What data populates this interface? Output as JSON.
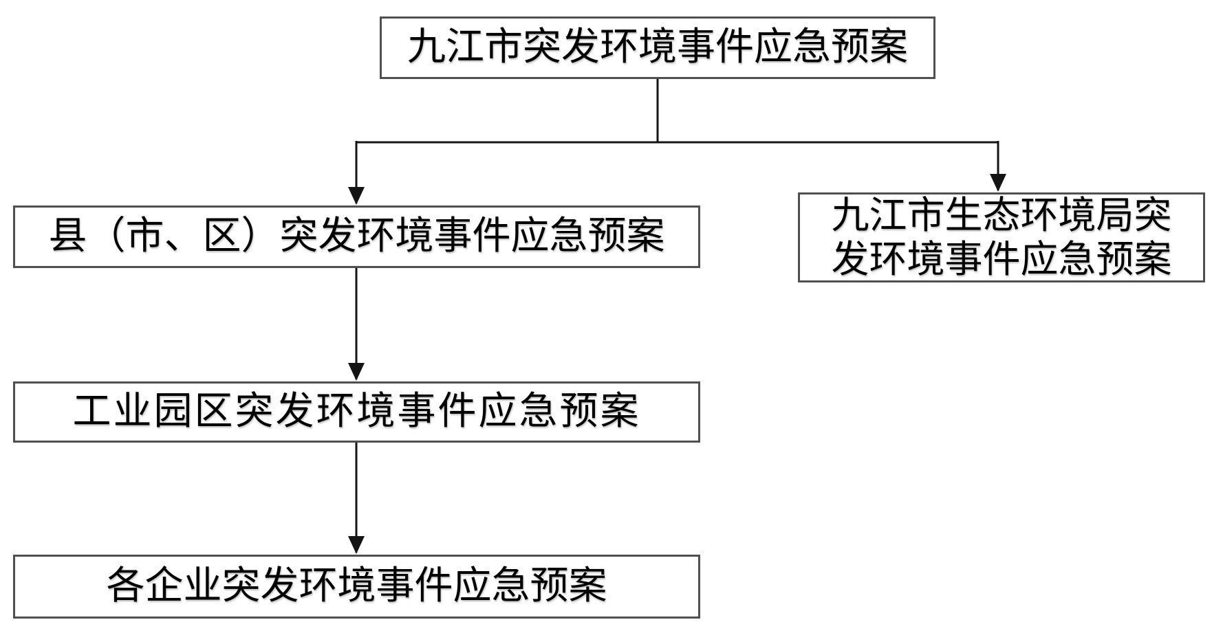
{
  "diagram": {
    "nodes": {
      "root": {
        "label": "九江市突发环境事件应急预案"
      },
      "county": {
        "label": "县（市、区）突发环境事件应急预案"
      },
      "bureau": {
        "lines": [
          "九江市生态环境局突",
          "发环境事件应急预案"
        ]
      },
      "park": {
        "label": "工业园区突发环境事件应急预案"
      },
      "enterprise": {
        "label": "各企业突发环境事件应急预案"
      }
    },
    "edges": [
      {
        "from": "root",
        "to": "county",
        "style": "elbow-arrow"
      },
      {
        "from": "root",
        "to": "bureau",
        "style": "elbow-arrow"
      },
      {
        "from": "county",
        "to": "park",
        "style": "straight-arrow"
      },
      {
        "from": "park",
        "to": "enterprise",
        "style": "straight-arrow"
      }
    ],
    "colors": {
      "background": "#ffffff",
      "box_fill": "#ffffff",
      "box_border": "#4f4f4f",
      "line": "#141414",
      "text": "#000000"
    }
  }
}
